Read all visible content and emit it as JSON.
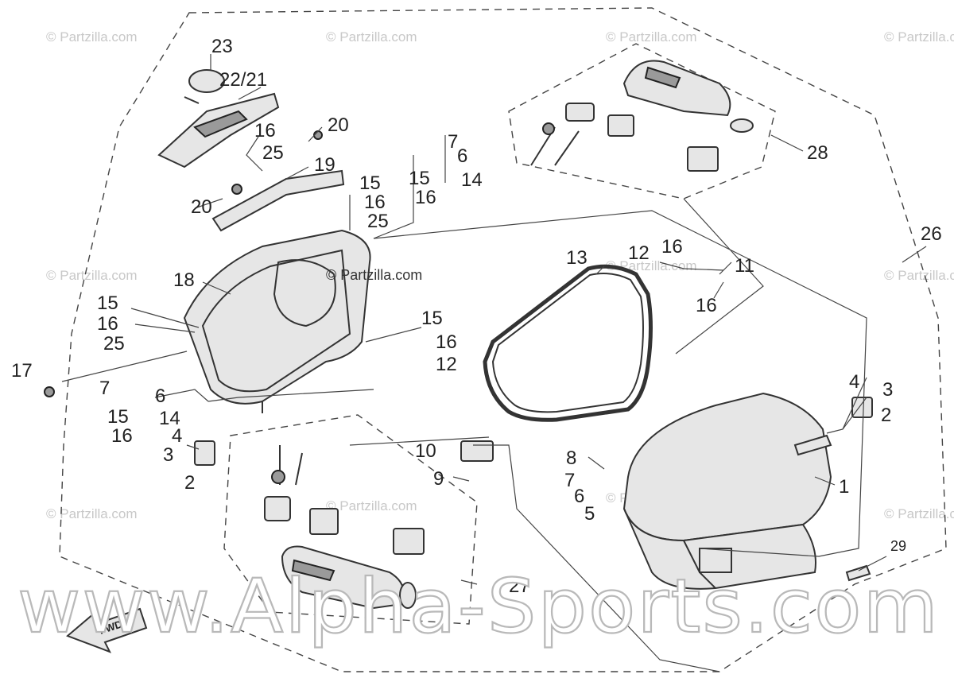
{
  "watermarks": {
    "partzilla": "© Partzilla.com",
    "center": "© Partzilla.com",
    "banner": "www.Alpha-Sports.com"
  },
  "arrow": {
    "label": "FWD"
  },
  "callouts": [
    {
      "id": "c23",
      "text": "23"
    },
    {
      "id": "c22_21",
      "text": "22/21"
    },
    {
      "id": "c20a",
      "text": "20"
    },
    {
      "id": "c16a",
      "text": "16"
    },
    {
      "id": "c25a",
      "text": "25"
    },
    {
      "id": "c19",
      "text": "19"
    },
    {
      "id": "c20b",
      "text": "20"
    },
    {
      "id": "c15a",
      "text": "15"
    },
    {
      "id": "c16b",
      "text": "16"
    },
    {
      "id": "c25b",
      "text": "25"
    },
    {
      "id": "c7a",
      "text": "7"
    },
    {
      "id": "c6a",
      "text": "6"
    },
    {
      "id": "c15b",
      "text": "15"
    },
    {
      "id": "c14a",
      "text": "14"
    },
    {
      "id": "c16c",
      "text": "16"
    },
    {
      "id": "c28",
      "text": "28"
    },
    {
      "id": "c26",
      "text": "26"
    },
    {
      "id": "c13",
      "text": "13"
    },
    {
      "id": "c12a",
      "text": "12"
    },
    {
      "id": "c16d",
      "text": "16"
    },
    {
      "id": "c11",
      "text": "11"
    },
    {
      "id": "c16e",
      "text": "16"
    },
    {
      "id": "c18",
      "text": "18"
    },
    {
      "id": "c15c",
      "text": "15"
    },
    {
      "id": "c16f",
      "text": "16"
    },
    {
      "id": "c25c",
      "text": "25"
    },
    {
      "id": "c15d",
      "text": "15"
    },
    {
      "id": "c16g",
      "text": "16"
    },
    {
      "id": "c12b",
      "text": "12"
    },
    {
      "id": "c17",
      "text": "17"
    },
    {
      "id": "c7b",
      "text": "7"
    },
    {
      "id": "c6b",
      "text": "6"
    },
    {
      "id": "c15e",
      "text": "15"
    },
    {
      "id": "c14b",
      "text": "14"
    },
    {
      "id": "c16h",
      "text": "16"
    },
    {
      "id": "c4a",
      "text": "4"
    },
    {
      "id": "c3a",
      "text": "3"
    },
    {
      "id": "c2a",
      "text": "2"
    },
    {
      "id": "c4b",
      "text": "4"
    },
    {
      "id": "c3b",
      "text": "3"
    },
    {
      "id": "c2b",
      "text": "2"
    },
    {
      "id": "c10",
      "text": "10"
    },
    {
      "id": "c9",
      "text": "9"
    },
    {
      "id": "c8",
      "text": "8"
    },
    {
      "id": "c7c",
      "text": "7"
    },
    {
      "id": "c6c",
      "text": "6"
    },
    {
      "id": "c5",
      "text": "5"
    },
    {
      "id": "c1",
      "text": "1"
    },
    {
      "id": "c27",
      "text": "27"
    },
    {
      "id": "c29",
      "text": "29"
    }
  ]
}
